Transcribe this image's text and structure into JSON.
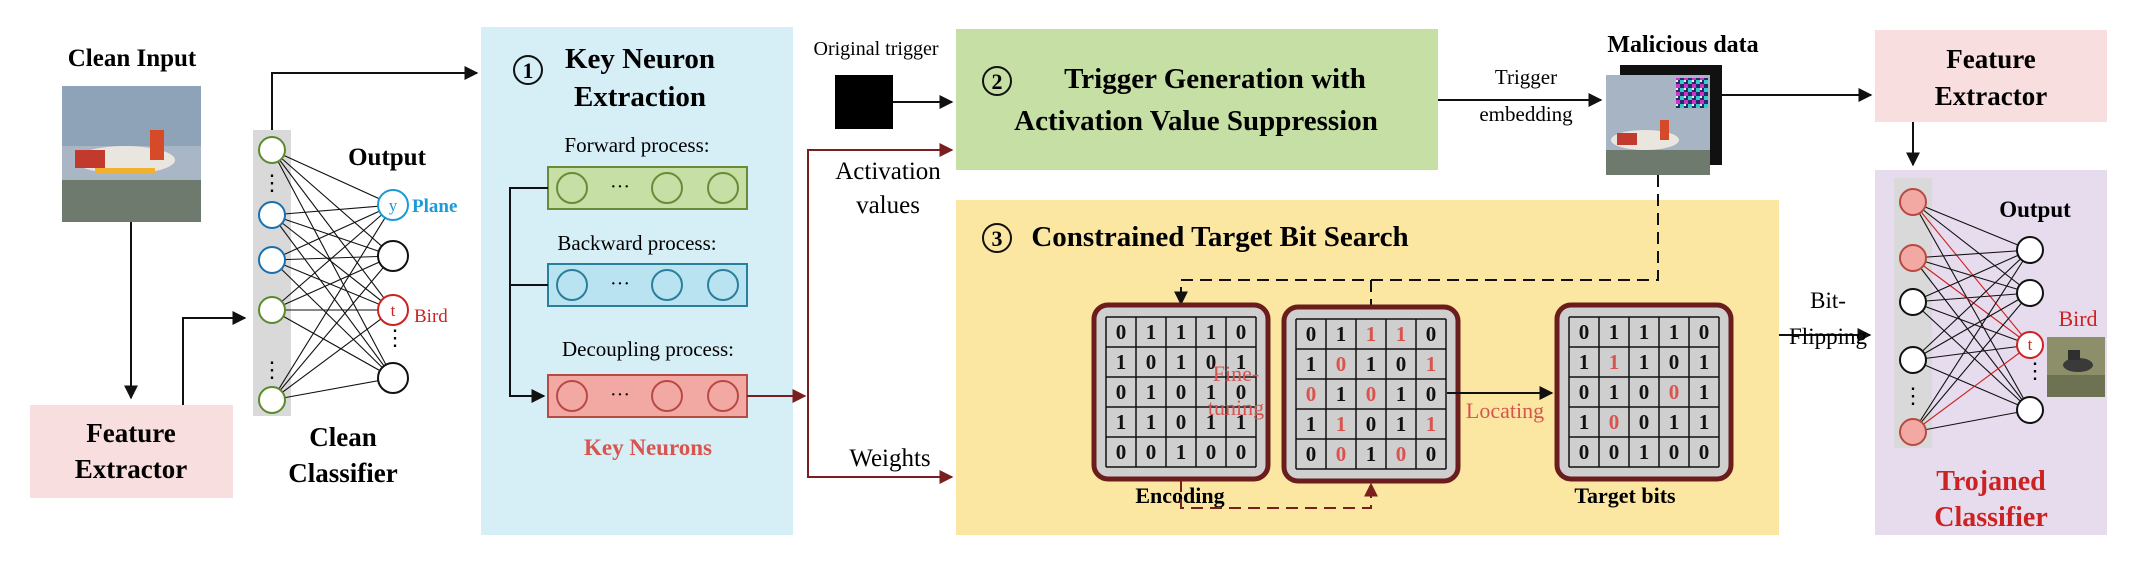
{
  "left": {
    "clean_input_label": "Clean Input",
    "feature_extractor": [
      "Feature",
      "Extractor"
    ],
    "output_label": "Output",
    "plane_label": "Plane",
    "bird_label": "Bird",
    "y_node": "y",
    "t_node": "t",
    "clean_classifier": [
      "Clean",
      "Classifier"
    ],
    "ellipsis": "⋮"
  },
  "step1": {
    "number": "1",
    "title": [
      "Key Neuron",
      "Extraction"
    ],
    "forward": "Forward process:",
    "backward": "Backward process:",
    "decoupling": "Decoupling process:",
    "key_neurons": "Key Neurons",
    "dots": "···"
  },
  "middle": {
    "original_trigger": "Original trigger",
    "activation_values": [
      "Activation",
      "values"
    ],
    "weights": "Weights"
  },
  "step2": {
    "number": "2",
    "title": [
      "Trigger Generation with",
      "Activation Value Suppression"
    ],
    "trigger_embedding": [
      "Trigger",
      "embedding"
    ],
    "malicious_data": "Malicious data"
  },
  "step3": {
    "number": "3",
    "title": "Constrained Target Bit Search",
    "fine_tuning": [
      "Fine-",
      "tuning"
    ],
    "locating": "Locating",
    "encoding": "Encoding",
    "target_bits": "Target bits",
    "grid_encoding": [
      [
        "0",
        "1",
        "1",
        "1",
        "0"
      ],
      [
        "1",
        "0",
        "1",
        "0",
        "1"
      ],
      [
        "0",
        "1",
        "0",
        "1",
        "0"
      ],
      [
        "1",
        "1",
        "0",
        "1",
        "1"
      ],
      [
        "0",
        "0",
        "1",
        "0",
        "0"
      ]
    ],
    "grid_finetune": [
      [
        "0",
        "1",
        "1",
        "1",
        "0"
      ],
      [
        "1",
        "0",
        "1",
        "0",
        "1"
      ],
      [
        "0",
        "1",
        "0",
        "1",
        "0"
      ],
      [
        "1",
        "1",
        "0",
        "1",
        "1"
      ],
      [
        "0",
        "0",
        "1",
        "0",
        "0"
      ]
    ],
    "grid_finetune_red": [
      [
        0,
        0,
        1,
        1,
        0
      ],
      [
        0,
        1,
        0,
        0,
        1
      ],
      [
        1,
        0,
        1,
        0,
        0
      ],
      [
        0,
        1,
        0,
        0,
        1
      ],
      [
        0,
        1,
        0,
        1,
        0
      ]
    ],
    "grid_target": [
      [
        "0",
        "1",
        "1",
        "1",
        "0"
      ],
      [
        "1",
        "1",
        "1",
        "0",
        "1"
      ],
      [
        "0",
        "1",
        "0",
        "0",
        "1"
      ],
      [
        "1",
        "0",
        "0",
        "1",
        "1"
      ],
      [
        "0",
        "0",
        "1",
        "0",
        "0"
      ]
    ],
    "grid_target_red": [
      [
        0,
        0,
        0,
        0,
        0
      ],
      [
        0,
        1,
        0,
        0,
        0
      ],
      [
        0,
        0,
        0,
        1,
        0
      ],
      [
        0,
        1,
        0,
        0,
        0
      ],
      [
        0,
        0,
        0,
        0,
        0
      ]
    ]
  },
  "right": {
    "bit_flipping": [
      "Bit-",
      "Flipping"
    ],
    "feature_extractor": [
      "Feature",
      "Extractor"
    ],
    "output_label": "Output",
    "bird_label": "Bird",
    "t_node": "t",
    "trojaned_classifier": [
      "Trojaned",
      "Classifier"
    ],
    "ellipsis": "⋮"
  },
  "colors": {
    "feature_pink": "#f8dede",
    "step1_blue": "#d6eef5",
    "step2_green": "#c5dfa4",
    "step3_yellow": "#fbe7a1",
    "trojan_purple": "#e6dcee",
    "red_text": "#d9534f",
    "blue_text": "#1a9bd7",
    "dark_red_line": "#7a1f1f"
  }
}
